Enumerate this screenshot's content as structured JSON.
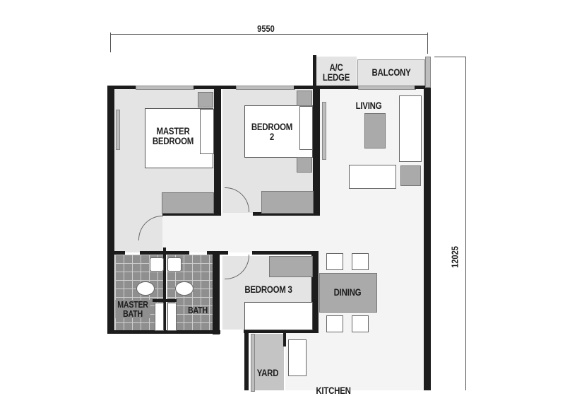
{
  "dimensions": {
    "width": "9550",
    "height": "12025"
  },
  "rooms": {
    "ac_ledge": "A/C\nLEDGE",
    "ac_ledge_line1": "A/C",
    "ac_ledge_line2": "LEDGE",
    "balcony": "BALCONY",
    "living": "LIVING",
    "master_bedroom_line1": "MASTER",
    "master_bedroom_line2": "BEDROOM",
    "bedroom2_line1": "BEDROOM",
    "bedroom2_line2": "2",
    "bedroom3": "BEDROOM 3",
    "dining": "DINING",
    "master_bath_line1": "MASTER",
    "master_bath_line2": "BATH",
    "bath": "BATH",
    "yard": "YARD",
    "kitchen": "KITCHEN"
  },
  "colors": {
    "wall": "#1c1c1c",
    "floor_room": "#e4e4e4",
    "floor_living": "#f4f4f4",
    "furniture_grey": "#aaaaaa",
    "tile": "#8f8f8f"
  }
}
